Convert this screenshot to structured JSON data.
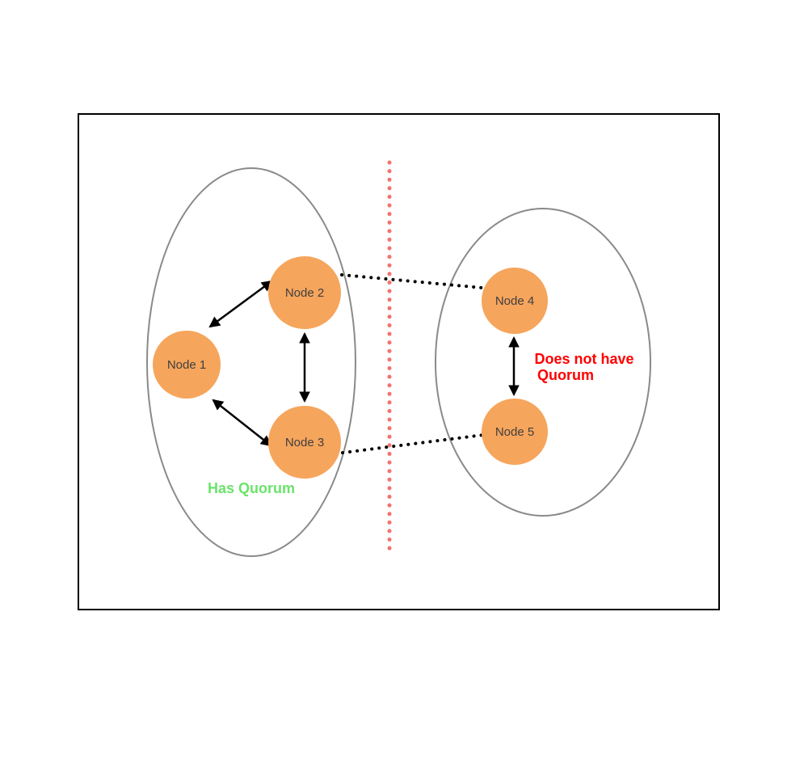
{
  "diagram": {
    "title": "cluster-quorum-partition-diagram",
    "left_group": {
      "nodes": [
        {
          "label": "Node 1"
        },
        {
          "label": "Node 2"
        },
        {
          "label": "Node 3"
        }
      ],
      "caption": "Has Quorum",
      "caption_color": "#6be36b"
    },
    "right_group": {
      "nodes": [
        {
          "label": "Node 4"
        },
        {
          "label": "Node 5"
        }
      ],
      "caption_line1": "Does not have",
      "caption_line2": "Quorum",
      "caption_color": "#ff0000"
    },
    "colors": {
      "node_fill": "#f6a55c",
      "ellipse_stroke": "#8a8a8a",
      "partition_line": "#f4736d",
      "arrow": "#000000",
      "border": "#000000"
    }
  }
}
